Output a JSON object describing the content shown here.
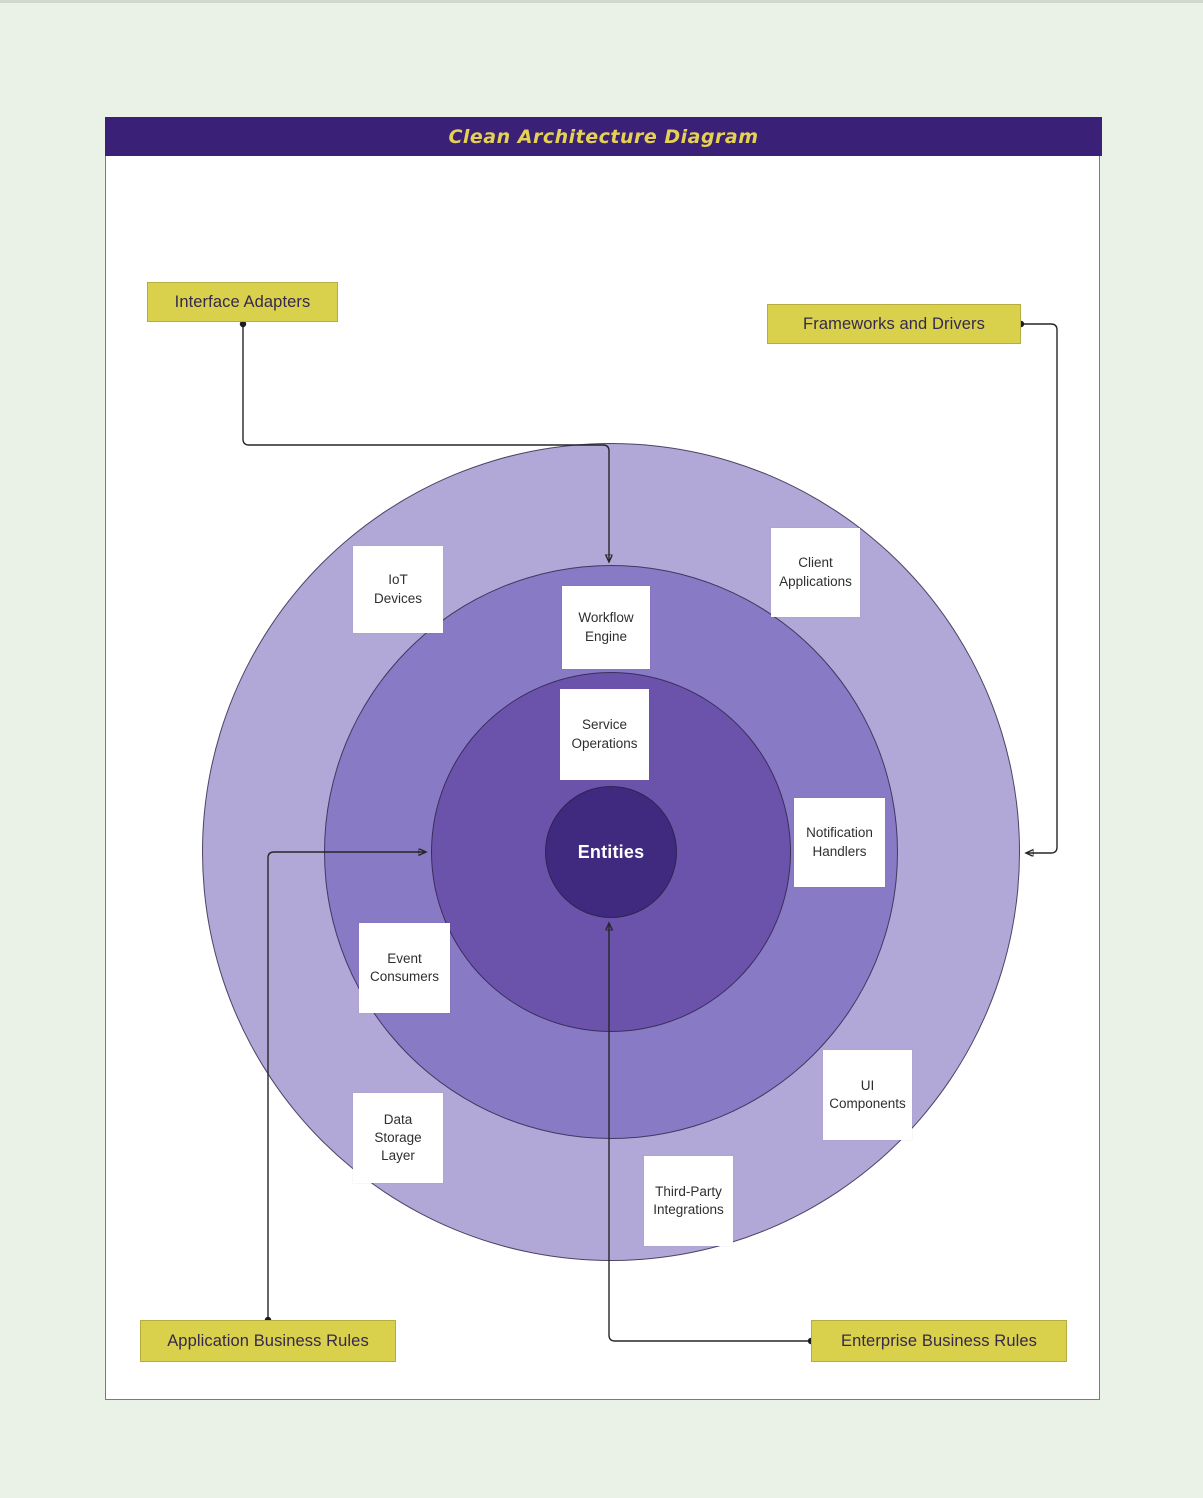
{
  "header": {
    "title": "Clean Architecture Diagram"
  },
  "colors": {
    "page-bg": "#eaf1e6",
    "canvas-bg": "#ffffff",
    "canvas-border": "#7b7b7b",
    "header-bg": "#3a2077",
    "header-text": "#e5d252",
    "label-bg": "#d9d14b",
    "label-border": "#b5ad3f",
    "label-text": "#35294f",
    "ring-outer": "#b2a8d8",
    "ring-2": "#897ac5",
    "ring-3": "#6b53ab",
    "ring-core": "#3f2a80",
    "card-bg": "#ffffff",
    "card-text": "#2f2f33",
    "connector": "#26262a"
  },
  "layer_labels": [
    {
      "label": "Interface Adapters"
    },
    {
      "label": "Frameworks and Drivers"
    },
    {
      "label": "Application Business Rules"
    },
    {
      "label": "Enterprise Business Rules"
    }
  ],
  "core": {
    "label": "Entities"
  },
  "cards": [
    {
      "label": "IoT\nDevices"
    },
    {
      "label": "Workflow\nEngine"
    },
    {
      "label": "Service\nOperations"
    },
    {
      "label": "Client\nApplications"
    },
    {
      "label": "Notification\nHandlers"
    },
    {
      "label": "Event\nConsumers"
    },
    {
      "label": "Data\nStorage\nLayer"
    },
    {
      "label": "UI\nComponents"
    },
    {
      "label": "Third-Party\nIntegrations"
    }
  ]
}
